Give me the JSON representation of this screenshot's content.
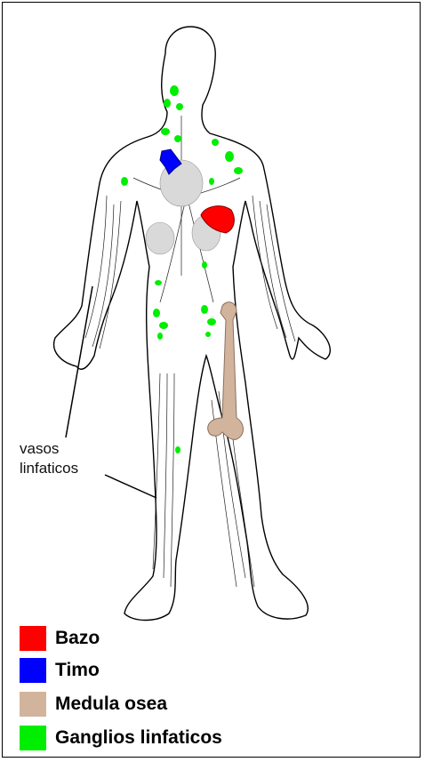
{
  "callout": {
    "line1": "vasos",
    "line2": "linfaticos"
  },
  "legend": [
    {
      "label": "Bazo",
      "color": "#ff0000"
    },
    {
      "label": "Timo",
      "color": "#0000ff"
    },
    {
      "label": "Medula osea",
      "color": "#d2b49c"
    },
    {
      "label": "Ganglios linfaticos",
      "color": "#00ee00"
    }
  ],
  "colors": {
    "outline": "#000000",
    "organ_gray": "#d9d9d9",
    "vessel": "#222222"
  }
}
